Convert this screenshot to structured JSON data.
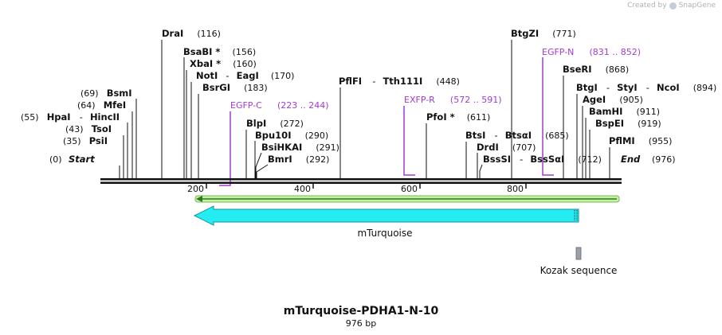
{
  "credit": {
    "text": "Created by",
    "brand": "SnapGene",
    "icon": "snapgene-logo-icon"
  },
  "map": {
    "title": "mTurquoise-PDHA1-N-10",
    "length_label": "976 bp",
    "length": 976,
    "start_label": "Start",
    "start_pos": "(0)",
    "end_label": "End",
    "end_pos": "(976)",
    "ticks": [
      "200",
      "400",
      "600",
      "800"
    ],
    "colors": {
      "backbone": "#111111",
      "primer": "#a23ad6",
      "orf_fill": "#23edf0",
      "orf_stroke": "#1a8fa0",
      "ori_fill": "#c6f0a0",
      "ori_arrow": "#2c7a22",
      "kozak": "#9aa0aa"
    }
  },
  "enzymes": [
    {
      "name": "PsiI",
      "pos": "(35)"
    },
    {
      "name": "TsoI",
      "pos": "(43)"
    },
    {
      "name": "HpaI",
      "sep": "-",
      "name2": "HincII",
      "pos": "(55)"
    },
    {
      "name": "MfeI",
      "pos": "(64)"
    },
    {
      "name": "BsmI",
      "pos": "(69)"
    },
    {
      "name": "DraI",
      "pos": "(116)"
    },
    {
      "name": "BsaBI *",
      "pos": "(156)"
    },
    {
      "name": "XbaI *",
      "pos": "(160)"
    },
    {
      "name": "NotI",
      "sep": "-",
      "name2": "EagI",
      "pos": "(170)"
    },
    {
      "name": "BsrGI",
      "pos": "(183)"
    },
    {
      "name": "BlpI",
      "pos": "(272)"
    },
    {
      "name": "Bpu10I",
      "pos": "(290)"
    },
    {
      "name": "BsiHKAI",
      "pos": "(291)"
    },
    {
      "name": "BmrI",
      "pos": "(292)"
    },
    {
      "name": "PflFI",
      "sep": "-",
      "name2": "Tth111I",
      "pos": "(448)"
    },
    {
      "name": "PfoI *",
      "pos": "(611)"
    },
    {
      "name": "BtsI",
      "sep": "-",
      "name2": "BtsαI",
      "pos": "(685)"
    },
    {
      "name": "DrdI",
      "pos": "(707)"
    },
    {
      "name": "BssSI",
      "sep": "-",
      "name2": "BssSαI",
      "pos": "(712)"
    },
    {
      "name": "BtgZI",
      "pos": "(771)"
    },
    {
      "name": "BseRI",
      "pos": "(868)"
    },
    {
      "name": "BtgI",
      "sep": "-",
      "name2": "StyI",
      "sep2": "-",
      "name3": "NcoI",
      "pos": "(894)"
    },
    {
      "name": "AgeI",
      "pos": "(905)"
    },
    {
      "name": "BamHI",
      "pos": "(911)"
    },
    {
      "name": "BspEI",
      "pos": "(919)"
    },
    {
      "name": "PflMI",
      "pos": "(955)"
    }
  ],
  "primers": [
    {
      "name": "EGFP-C",
      "range": "(223 .. 244)"
    },
    {
      "name": "EXFP-R",
      "range": "(572 .. 591)"
    },
    {
      "name": "EGFP-N",
      "range": "(831 .. 852)"
    }
  ],
  "features": [
    {
      "name": "mTurquoise",
      "type": "orf",
      "direction": "reverse",
      "start": 176,
      "end": 894
    },
    {
      "name": "Kozak sequence",
      "type": "misc",
      "start": 894,
      "end": 904
    }
  ]
}
